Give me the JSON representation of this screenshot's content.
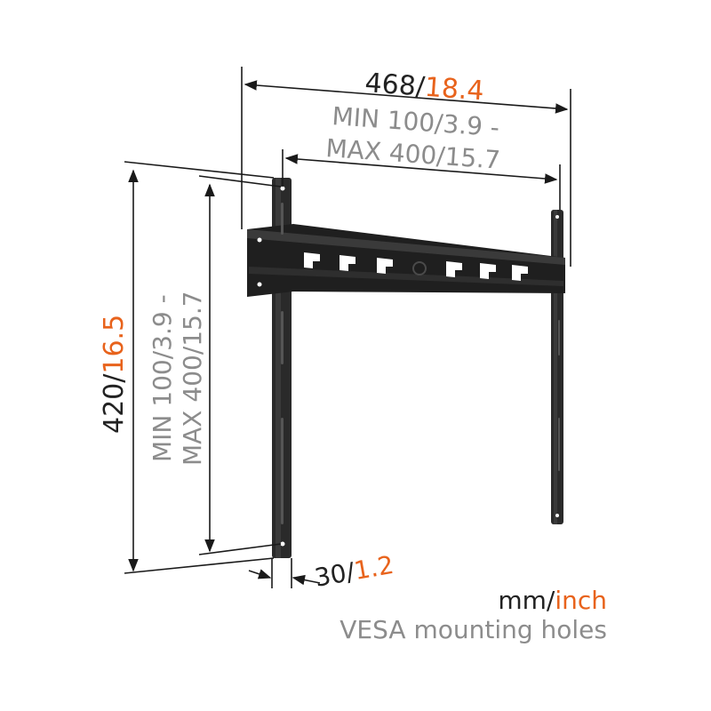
{
  "colors": {
    "dark": "#222222",
    "gray": "#8c8c8c",
    "orange": "#e8631c",
    "line": "#1a1a1a"
  },
  "dimensions": {
    "width": {
      "mm": "468",
      "sep": "/",
      "inch": "18.4"
    },
    "height": {
      "mm": "420",
      "sep": "/",
      "inch": "16.5"
    },
    "depth": {
      "mm": "30",
      "sep": "/",
      "inch": "1.2"
    },
    "vesa_horizontal": {
      "line1": "MIN 100/3.9 -",
      "line2_mm": "MAX 400",
      "line2_rest": "/15.7"
    },
    "vesa_vertical": {
      "line1": "MIN 100/3.9 -",
      "line2": "MAX 400/15.7"
    }
  },
  "legend": {
    "units_mm": "mm",
    "units_sep": "/",
    "units_inch": "inch",
    "note": "VESA mounting holes"
  },
  "icons": [
    "wall-bracket-icon",
    "dimension-arrow-icon"
  ]
}
